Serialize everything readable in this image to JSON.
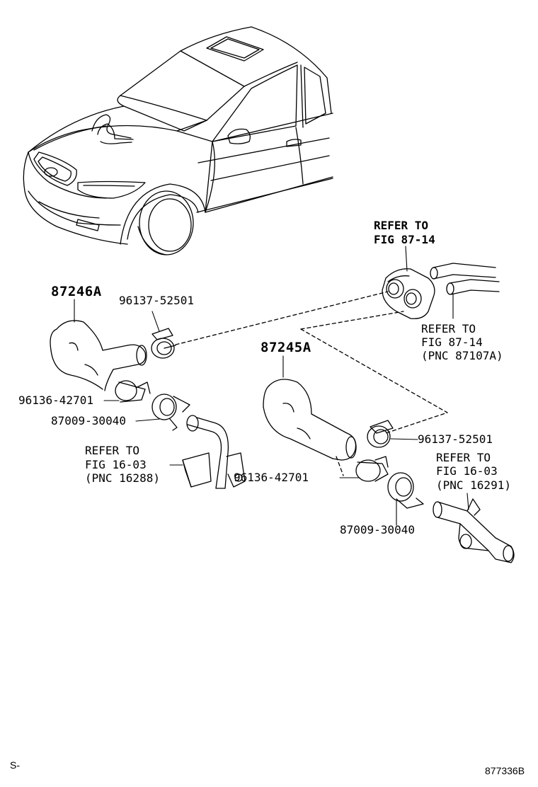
{
  "parts": {
    "p87246A": "87246A",
    "p87245A": "87245A",
    "clamp_left_top": "96137-52501",
    "clamp_left_mid": "96136-42701",
    "clamp_left_bot": "87009-30040",
    "clamp_right_top": "96137-52501",
    "clamp_right_mid": "96136-42701",
    "clamp_right_bot": "87009-30040"
  },
  "refs": {
    "grommet_line1": "REFER TO",
    "grommet_line2": "FIG 87-14",
    "pipe_line1": "REFER TO",
    "pipe_line2": "FIG 87-14",
    "pipe_line3": "(PNC 87107A)",
    "left_line1": "REFER TO",
    "left_line2": "FIG 16-03",
    "left_line3": "(PNC 16288)",
    "right_line1": "REFER TO",
    "right_line2": "FIG 16-03",
    "right_line3": "(PNC 16291)"
  },
  "footer": {
    "left": "S-",
    "right": "877336B"
  }
}
